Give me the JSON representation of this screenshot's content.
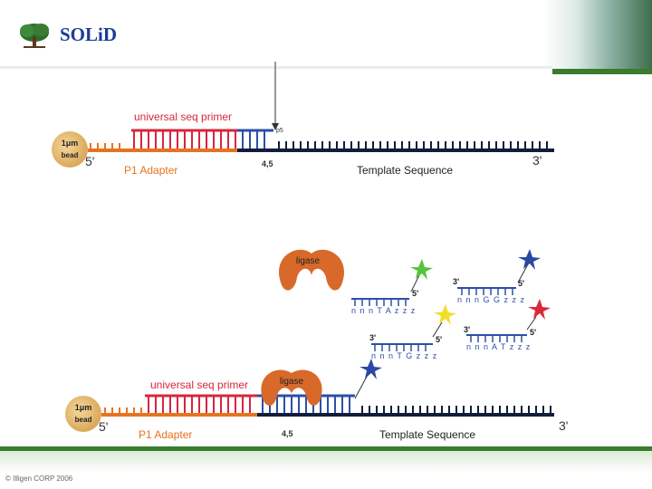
{
  "header": {
    "title": "SOLiD"
  },
  "footer": {
    "text": "© Illigen CORP 2006"
  },
  "top": {
    "primer_label": "universal seq primer",
    "adapter_label": "P1 Adapter",
    "template_label": "Template Sequence",
    "bead_line1": "1μm",
    "bead_line2": "bead",
    "five_prime": "5'",
    "three_prime": "3'",
    "position_label": "4,5",
    "small_p5": "p5"
  },
  "bottom": {
    "primer_label": "universal seq primer",
    "adapter_label": "P1 Adapter",
    "template_label": "Template Sequence",
    "bead_line1": "1μm",
    "bead_line2": "bead",
    "five_prime": "5'",
    "three_prime": "3'",
    "position_label": "4,5",
    "ligase_label_top": "ligase",
    "ligase_label_bottom": "ligase",
    "probe1": {
      "three": "3'",
      "five": "5'",
      "seq": "n n n G G z z z"
    },
    "probe2": {
      "three": "",
      "five": "5'",
      "seq": "n n n T A z z z"
    },
    "probe3": {
      "three": "3'",
      "five": "5'",
      "seq": "n n n A T z z z"
    },
    "probe4": {
      "three": "3'",
      "five": "5'",
      "seq": "n n n T G z z z"
    }
  },
  "colors": {
    "title_blue": "#1a3c9a",
    "primer_red": "#d7263d",
    "adapter_orange": "#e8731f",
    "template_navy": "#111d3a",
    "ligase_orange": "#d8692a",
    "probe_blue": "#2c4fa8",
    "star_green": "#55c43c",
    "star_yellow": "#f2dd2a",
    "star_blue": "#2b47a4",
    "star_red": "#d92a3a"
  }
}
